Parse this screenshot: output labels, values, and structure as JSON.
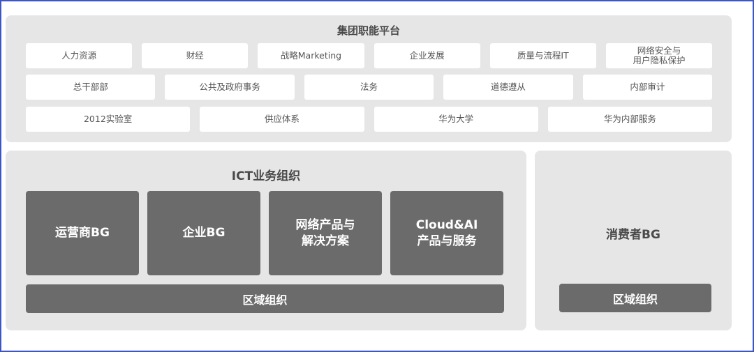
{
  "platform": {
    "title": "集团职能平台",
    "row1": [
      "人力资源",
      "财经",
      "战略Marketing",
      "企业发展",
      "质量与流程IT",
      "网络安全与\n用户隐私保护"
    ],
    "row2": [
      "总干部部",
      "公共及政府事务",
      "法务",
      "道德遵从",
      "内部审计"
    ],
    "row3": [
      "2012实验室",
      "供应体系",
      "华为大学",
      "华为内部服务"
    ]
  },
  "ict": {
    "title": "ICT业务组织",
    "bgs": [
      "运营商BG",
      "企业BG",
      "网络产品与\n解决方案",
      "Cloud&AI\n产品与服务"
    ],
    "region": "区域组织"
  },
  "consumer": {
    "title": "消费者BG",
    "region": "区域组织"
  }
}
